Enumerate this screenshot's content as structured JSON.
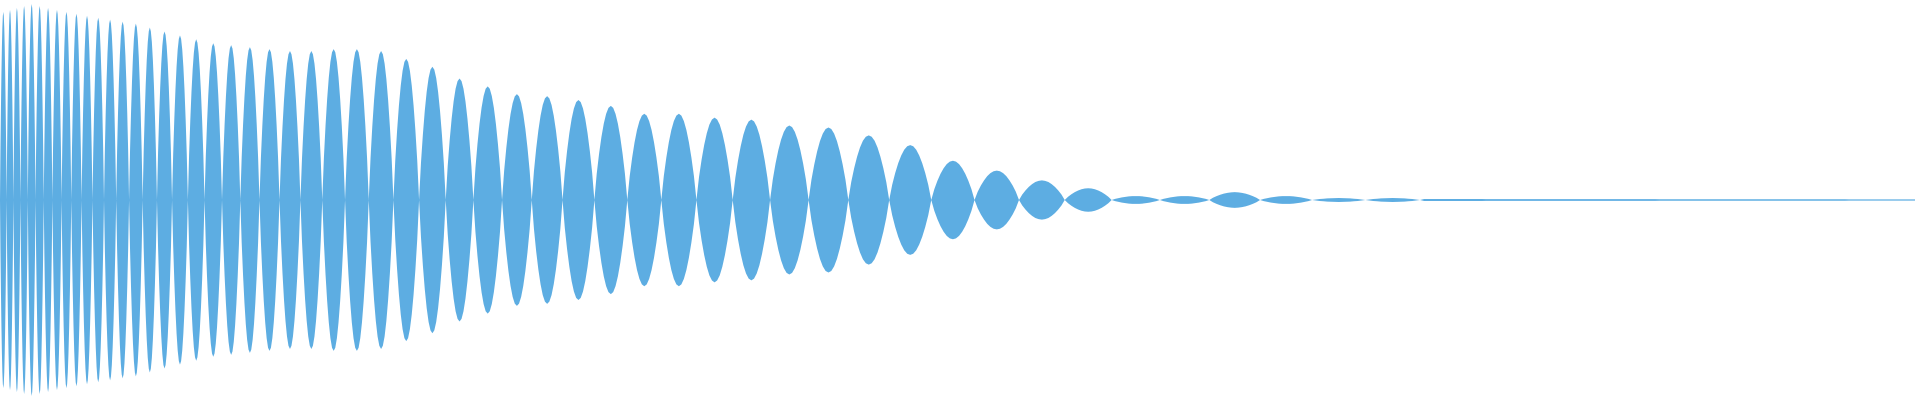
{
  "waveform": {
    "fill_color": "#5DADE2",
    "background_color": "#FFFFFF",
    "style": "mirrored-amplitude",
    "cycle_count": 54,
    "relative_peaks": [
      0.96,
      0.97,
      0.98,
      0.99,
      1.0,
      0.99,
      0.98,
      0.97,
      0.96,
      0.95,
      0.94,
      0.93,
      0.92,
      0.91,
      0.9,
      0.88,
      0.86,
      0.84,
      0.82,
      0.8,
      0.79,
      0.78,
      0.77,
      0.76,
      0.76,
      0.77,
      0.77,
      0.76,
      0.72,
      0.68,
      0.62,
      0.58,
      0.54,
      0.53,
      0.51,
      0.48,
      0.44,
      0.44,
      0.42,
      0.41,
      0.38,
      0.37,
      0.33,
      0.28,
      0.2,
      0.15,
      0.1,
      0.06,
      0.02,
      0.02,
      0.04,
      0.02,
      0.01,
      0.01
    ],
    "tail_level": 0.005
  }
}
